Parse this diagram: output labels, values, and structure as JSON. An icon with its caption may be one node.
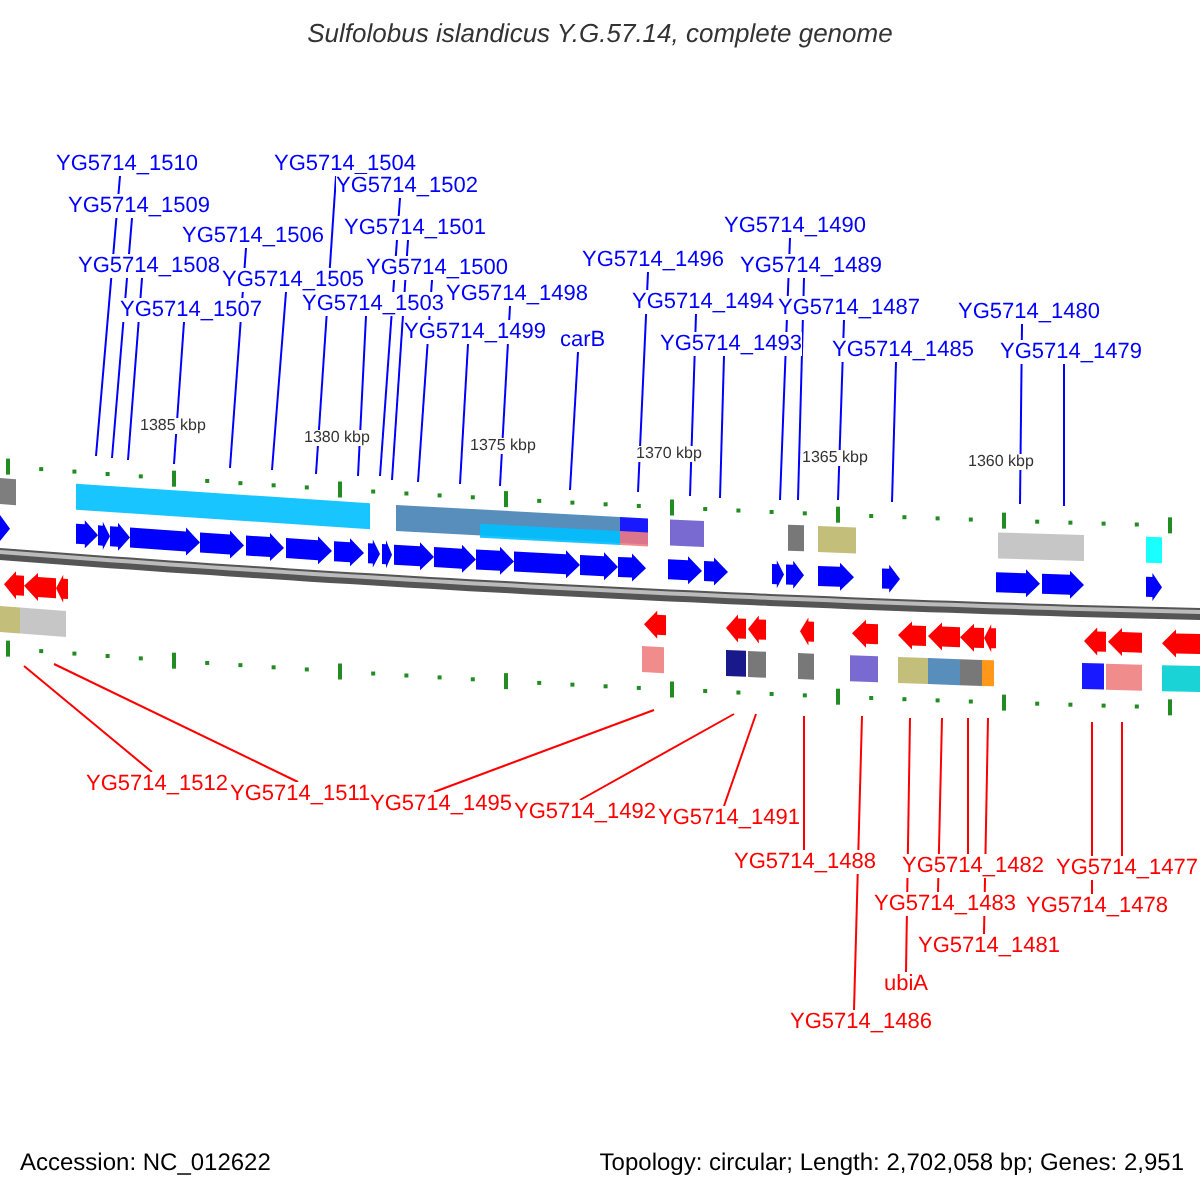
{
  "diagram": {
    "title": "Sulfolobus islandicus Y.G.57.14, complete genome",
    "nodes": [
      {
        "text": [
          "YG5714_1510"
        ]
      },
      {
        "text": [
          "YG5714_1509"
        ]
      },
      {
        "text": [
          "YG5714_1508"
        ]
      },
      {
        "text": [
          "YG5714_1507"
        ]
      },
      {
        "text": [
          "YG5714_1506"
        ]
      },
      {
        "text": [
          "YG5714_1505"
        ]
      },
      {
        "text": [
          "YG5714_1504"
        ]
      },
      {
        "text": [
          "YG5714_1503"
        ]
      },
      {
        "text": [
          "YG5714_1502"
        ]
      },
      {
        "text": [
          "YG5714_1501"
        ]
      },
      {
        "text": [
          "YG5714_1500"
        ]
      },
      {
        "text": [
          "YG5714_1499"
        ]
      },
      {
        "text": [
          "YG5714_1498"
        ]
      },
      {
        "text": [
          "carB"
        ]
      },
      {
        "text": [
          "YG5714_1496"
        ]
      },
      {
        "text": [
          "YG5714_1494"
        ]
      },
      {
        "text": [
          "YG5714_1493"
        ]
      },
      {
        "text": [
          "YG5714_1490"
        ]
      },
      {
        "text": [
          "YG5714_1489"
        ]
      },
      {
        "text": [
          "YG5714_1487"
        ]
      },
      {
        "text": [
          "YG5714_1485"
        ]
      },
      {
        "text": [
          "YG5714_1480"
        ]
      },
      {
        "text": [
          "YG5714_1479"
        ]
      },
      {
        "text": [
          "YG5714_1512"
        ]
      },
      {
        "text": [
          "YG5714_1511"
        ]
      },
      {
        "text": [
          "YG5714_1495"
        ]
      },
      {
        "text": [
          "YG5714_1492"
        ]
      },
      {
        "text": [
          "YG5714_1491"
        ]
      },
      {
        "text": [
          "YG5714_1488"
        ]
      },
      {
        "text": [
          "YG5714_1486"
        ]
      },
      {
        "text": [
          "ubiA"
        ]
      },
      {
        "text": [
          "YG5714_1483"
        ]
      },
      {
        "text": [
          "YG5714_1482"
        ]
      },
      {
        "text": [
          "YG5714_1481"
        ]
      },
      {
        "text": [
          "YG5714_1478"
        ]
      },
      {
        "text": [
          "YG5714_1477"
        ]
      }
    ],
    "edges": [
      {
        "from": 0,
        "to": null,
        "arrow": "none"
      },
      {
        "from": 1,
        "to": null,
        "arrow": "none"
      },
      {
        "from": 2,
        "to": null,
        "arrow": "none"
      },
      {
        "from": 3,
        "to": null,
        "arrow": "none"
      },
      {
        "from": 4,
        "to": null,
        "arrow": "none"
      },
      {
        "from": 5,
        "to": null,
        "arrow": "none"
      },
      {
        "from": 6,
        "to": null,
        "arrow": "none"
      },
      {
        "from": 7,
        "to": null,
        "arrow": "none"
      },
      {
        "from": 8,
        "to": null,
        "arrow": "none"
      },
      {
        "from": 9,
        "to": null,
        "arrow": "none"
      },
      {
        "from": 10,
        "to": null,
        "arrow": "none"
      },
      {
        "from": 11,
        "to": null,
        "arrow": "none"
      },
      {
        "from": 12,
        "to": null,
        "arrow": "none"
      },
      {
        "from": 13,
        "to": null,
        "arrow": "none"
      },
      {
        "from": 14,
        "to": null,
        "arrow": "none"
      },
      {
        "from": 15,
        "to": null,
        "arrow": "none"
      },
      {
        "from": 16,
        "to": null,
        "arrow": "none"
      },
      {
        "from": 17,
        "to": null,
        "arrow": "none"
      },
      {
        "from": 18,
        "to": null,
        "arrow": "none"
      },
      {
        "from": 19,
        "to": null,
        "arrow": "none"
      },
      {
        "from": 20,
        "to": null,
        "arrow": "none"
      },
      {
        "from": 21,
        "to": null,
        "arrow": "none"
      },
      {
        "from": 22,
        "to": null,
        "arrow": "none"
      },
      {
        "from": 23,
        "to": null,
        "arrow": "none",
        "color": "#ff0000"
      },
      {
        "from": 24,
        "to": null,
        "arrow": "none",
        "color": "#ff0000"
      },
      {
        "from": 25,
        "to": null,
        "arrow": "none",
        "color": "#ff0000"
      },
      {
        "from": 26,
        "to": null,
        "arrow": "none",
        "color": "#ff0000"
      },
      {
        "from": 27,
        "to": null,
        "arrow": "none",
        "color": "#ff0000"
      },
      {
        "from": 28,
        "to": null,
        "arrow": "none",
        "color": "#ff0000"
      },
      {
        "from": 29,
        "to": null,
        "arrow": "none",
        "color": "#ff0000"
      },
      {
        "from": 30,
        "to": null,
        "arrow": "none",
        "color": "#ff0000"
      },
      {
        "from": 31,
        "to": null,
        "arrow": "none",
        "color": "#ff0000"
      },
      {
        "from": 32,
        "to": null,
        "arrow": "none",
        "color": "#ff0000"
      },
      {
        "from": 33,
        "to": null,
        "arrow": "none",
        "color": "#ff0000"
      },
      {
        "from": 34,
        "to": null,
        "arrow": "none",
        "color": "#ff0000"
      },
      {
        "from": 35,
        "to": null,
        "arrow": "none",
        "color": "#ff0000"
      }
    ],
    "labels": [
      "1385 kbp",
      "1380 kbp",
      "1375 kbp",
      "1370 kbp",
      "1365 kbp",
      "1360 kbp",
      "Accession: NC_012622",
      "Topology: circular; Length: 2,702,058 bp; Genes: 2,951"
    ]
  }
}
